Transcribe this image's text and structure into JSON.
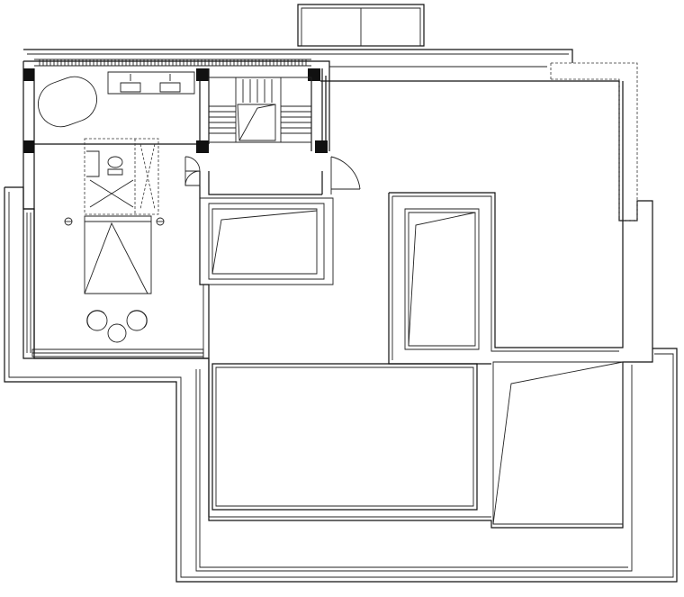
{
  "drawing": {
    "kind": "architectural floor plan",
    "text_labels": [],
    "colors": {
      "line": "#111111",
      "background": "#ffffff",
      "column": "#111111"
    }
  },
  "spaces": {
    "bathroom": [
      "freestanding-bathtub",
      "double-vanity",
      "toilet",
      "shower"
    ],
    "bedroom": [
      "bed",
      "nightstand-lamps",
      "lounge-chairs",
      "round-table"
    ],
    "circulation": [
      "stair",
      "swing-doors"
    ],
    "roof": [
      "skylights",
      "roof-terrace-parapet"
    ]
  }
}
